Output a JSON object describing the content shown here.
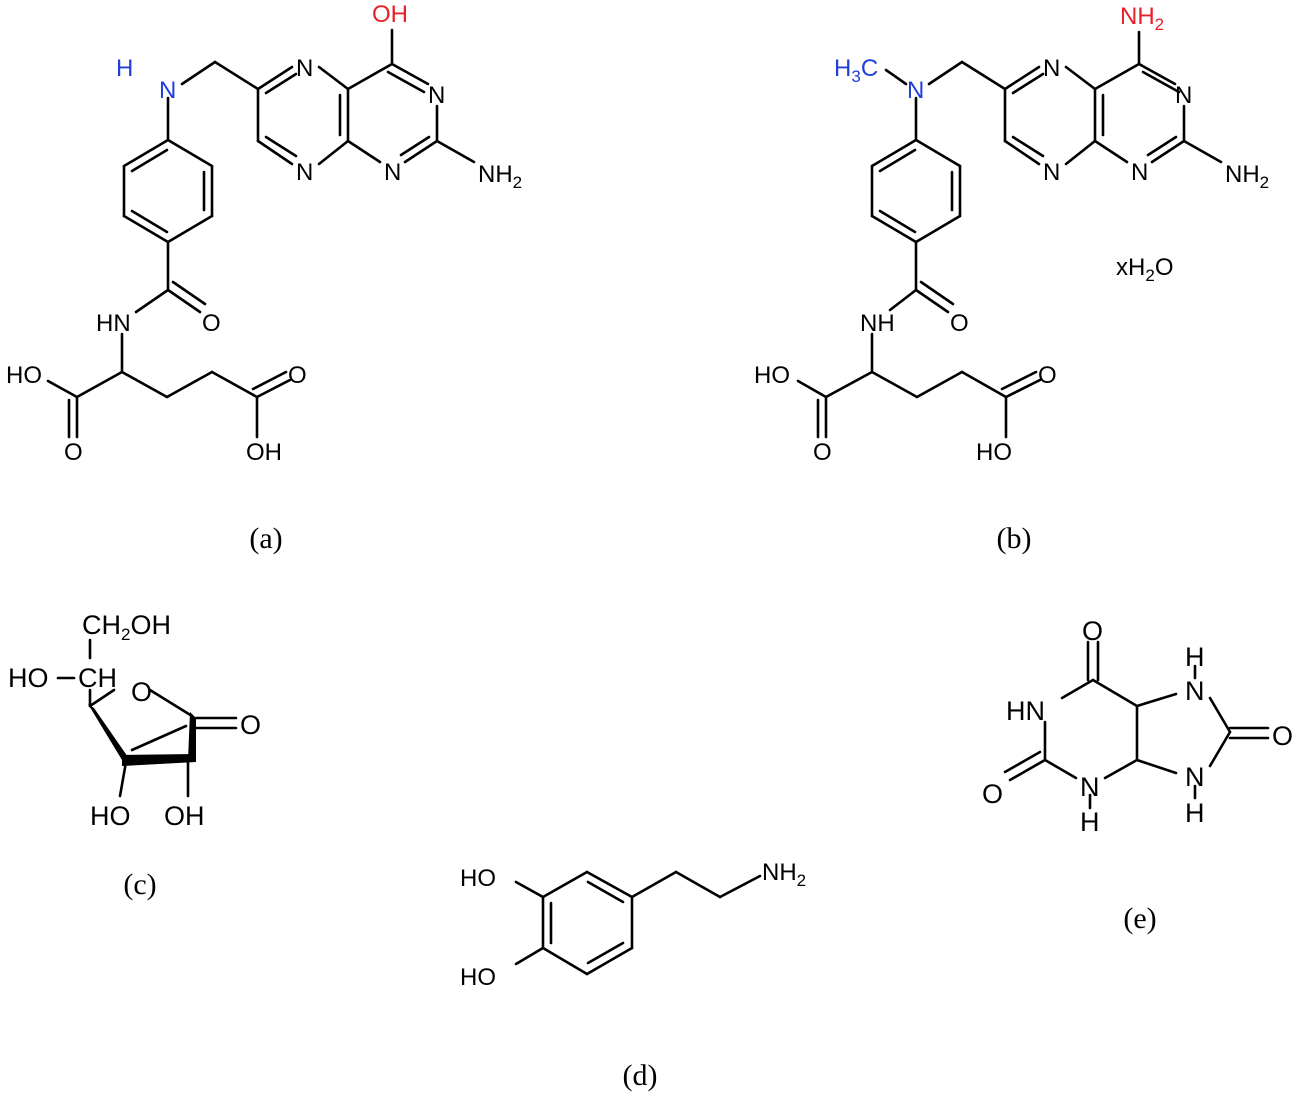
{
  "colors": {
    "highlight_amine": "#1f3fd6",
    "highlight_substituent": "#e8202a",
    "bond": "#000000"
  },
  "panels": {
    "a": {
      "caption": "(a)",
      "atoms": {
        "nh_h": "H",
        "nh_n": "N",
        "oh": "OH",
        "n1": "N",
        "n2": "N",
        "n3": "N",
        "n4": "N",
        "nh2_base": "NH",
        "nh2_sub": "2",
        "amide_nh": "HN",
        "amide_o": "O",
        "acid_ho": "HO",
        "acid_o1": "O",
        "acid_o2": "O",
        "acid_oh": "OH"
      }
    },
    "b": {
      "caption": "(b)",
      "hydrate": {
        "x": "xH",
        "sub": "2",
        "o": "O"
      },
      "atoms": {
        "h3c_h": "H",
        "h3c_sub": "3",
        "h3c_c": "C",
        "n_methyl": "N",
        "nh2_top_base": "NH",
        "nh2_top_sub": "2",
        "n1": "N",
        "n2": "N",
        "n3": "N",
        "n4": "N",
        "nh2_base": "NH",
        "nh2_sub": "2",
        "amide_nh": "NH",
        "amide_o": "O",
        "acid_ho": "HO",
        "acid_o1": "O",
        "acid_o2": "O",
        "acid_ho2": "HO"
      }
    },
    "c": {
      "caption": "(c)",
      "atoms": {
        "ch2oh_a": "CH",
        "ch2oh_sub": "2",
        "ch2oh_b": "OH",
        "ho_ch_a": "HO",
        "ho_ch_b": "CH",
        "ring_o": "O",
        "carbonyl_o": "O",
        "ho_left": "HO",
        "oh_right": "OH"
      }
    },
    "d": {
      "caption": "(d)",
      "atoms": {
        "ho_top": "HO",
        "ho_bottom": "HO",
        "nh2_base": "NH",
        "nh2_sub": "2"
      }
    },
    "e": {
      "caption": "(e)",
      "atoms": {
        "o_top": "O",
        "hn_left": "HN",
        "h_top_right": "H",
        "n_top_right": "N",
        "o_right": "O",
        "o_left": "O",
        "n_bottom": "N",
        "h_bottom": "H",
        "n_bottom_right": "N",
        "h_bottom_right": "H"
      }
    }
  }
}
